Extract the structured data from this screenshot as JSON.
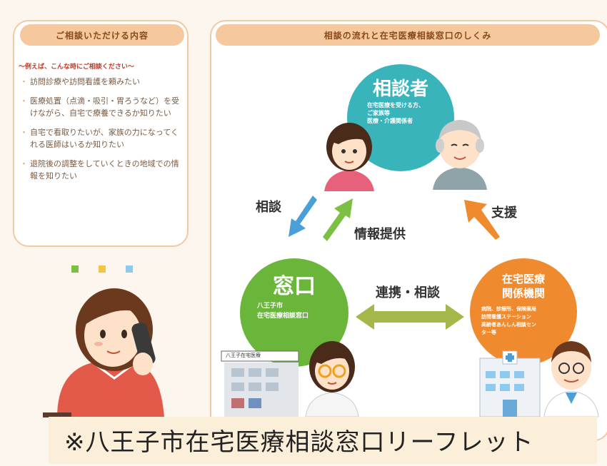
{
  "left_panel": {
    "title": "ご相談いただける内容",
    "subhead": "〜例えば、こんな時にご相談ください〜",
    "items": [
      "訪問診療や訪問看護を頼みたい",
      "医療処置（点滴・吸引・胃ろうなど）を受けながら、自宅で療養できるか知りたい",
      "自宅で看取りたいが、家族の力になってくれる医師はいるか知りたい",
      "退院後の調整をしていくときの地域での情報を知りたい"
    ],
    "dot_colors": [
      "#7bc043",
      "#f4c542",
      "#8ec9f0"
    ]
  },
  "right_panel": {
    "title": "相談の流れと在宅医療相談窓口のしくみ",
    "consultant": {
      "title": "相談者",
      "lines": [
        "在宅医療を受ける方、",
        "ご家族等",
        "医療・介護関係者"
      ],
      "color": "#38b4ba"
    },
    "window": {
      "title": "窓口",
      "lines": [
        "八王子市",
        "在宅医療相談窓口"
      ],
      "color": "#6ab63a"
    },
    "institutions": {
      "title_line1": "在宅医療",
      "title_line2": "関係機関",
      "lines": [
        "病院、診療所、保険薬局",
        "訪問看護ステーション",
        "高齢者あんしん相談セン",
        "ター等"
      ],
      "color": "#ef8a2e"
    },
    "flows": {
      "consult": "相談",
      "info": "情報提供",
      "support": "支援",
      "coop": "連携・相談"
    },
    "sign_text": "八王子在宅医療"
  },
  "caption": "※八王子市在宅医療相談窓口リーフレット"
}
